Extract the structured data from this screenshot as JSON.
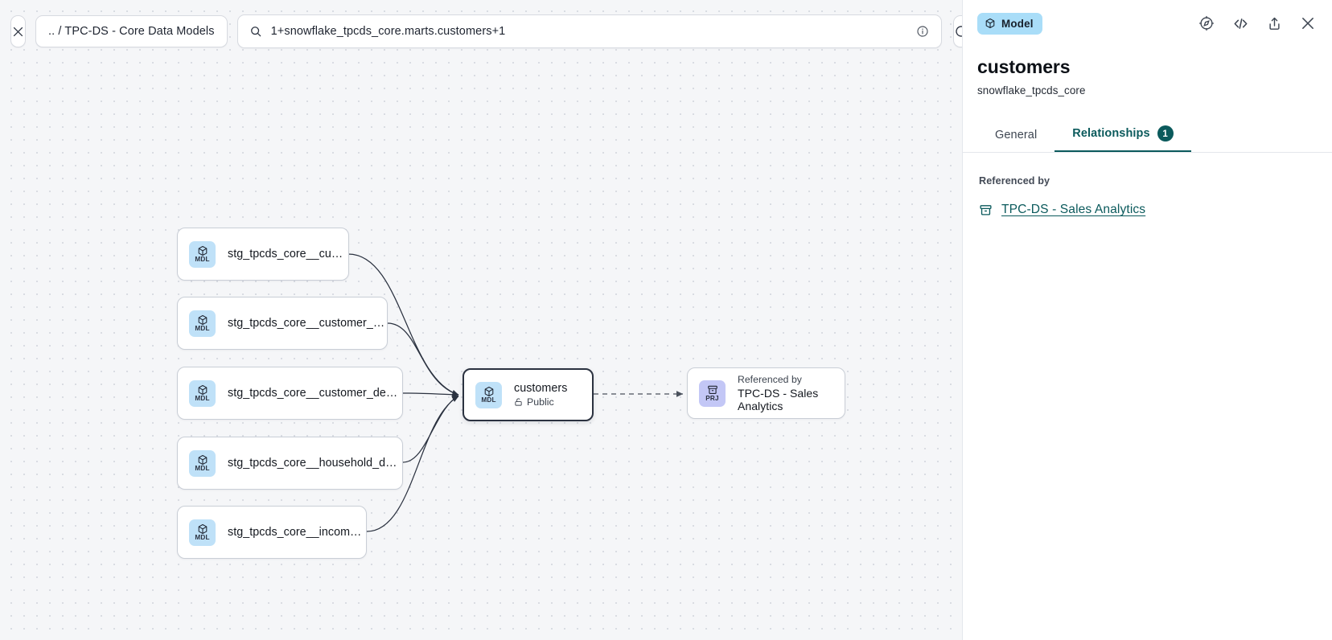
{
  "toolbar": {
    "close_icon": "close-icon",
    "breadcrumb": ".. / TPC-DS - Core Data Models",
    "search_icon": "search-icon",
    "search_value": "1+snowflake_tpcds_core.marts.customers+1",
    "info_icon": "info-circle-icon",
    "refresh_icon": "refresh-icon"
  },
  "graph": {
    "nodes": [
      {
        "id": "n1",
        "badge": "MDL",
        "badge_kind": "mdl",
        "icon": "cube-icon",
        "title": "stg_tpcds_core__customer"
      },
      {
        "id": "n2",
        "badge": "MDL",
        "badge_kind": "mdl",
        "icon": "cube-icon",
        "title": "stg_tpcds_core__customer_address"
      },
      {
        "id": "n3",
        "badge": "MDL",
        "badge_kind": "mdl",
        "icon": "cube-icon",
        "title": "stg_tpcds_core__customer_demogra…"
      },
      {
        "id": "n4",
        "badge": "MDL",
        "badge_kind": "mdl",
        "icon": "cube-icon",
        "title": "stg_tpcds_core__household_demogr…"
      },
      {
        "id": "n5",
        "badge": "MDL",
        "badge_kind": "mdl",
        "icon": "cube-icon",
        "title": "stg_tpcds_core__income_band"
      },
      {
        "id": "center",
        "badge": "MDL",
        "badge_kind": "mdl",
        "icon": "cube-icon",
        "title": "customers",
        "subtitle": "Public",
        "subtitle_icon": "unlock-icon",
        "selected": true
      },
      {
        "id": "prj",
        "badge": "PRJ",
        "badge_kind": "prj",
        "icon": "project-box-icon",
        "overline": "Referenced by",
        "title": "TPC-DS - Sales Analytics"
      }
    ]
  },
  "panel": {
    "kind_badge": "Model",
    "kind_badge_icon": "cube-icon",
    "actions": [
      {
        "name": "lineage-compass-icon"
      },
      {
        "name": "code-icon"
      },
      {
        "name": "share-icon"
      },
      {
        "name": "close-icon"
      }
    ],
    "title": "customers",
    "subtitle": "snowflake_tpcds_core",
    "tabs": [
      {
        "label": "General",
        "active": false,
        "count": null
      },
      {
        "label": "Relationships",
        "active": true,
        "count": "1"
      }
    ],
    "section_label": "Referenced by",
    "references": [
      {
        "icon": "project-box-icon",
        "label": "TPC-DS - Sales Analytics"
      }
    ]
  }
}
